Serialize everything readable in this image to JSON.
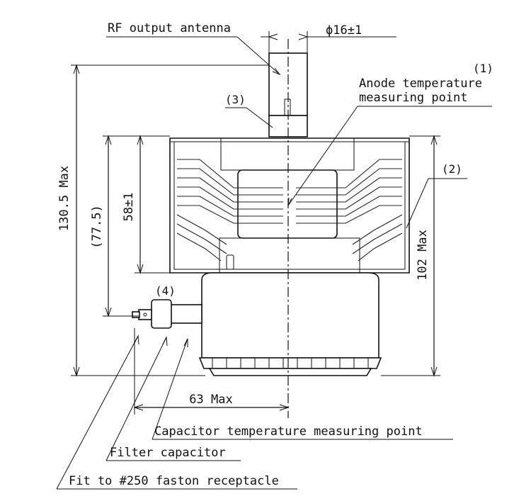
{
  "diagram": {
    "labels": {
      "rf_output_antenna": "RF output antenna",
      "antenna_diameter": "ϕ16±1",
      "anode_temp_line1": "Anode temperature",
      "anode_temp_line2": "measuring point",
      "callout_1": "(1)",
      "callout_2": "(2)",
      "callout_3": "(3)",
      "callout_4": "(4)",
      "overall_height": "130.5 Max",
      "height_77": "(77.5)",
      "height_58": "58±1",
      "height_102": "102 Max",
      "width_63": "63 Max",
      "capacitor_temp": "Capacitor temperature measuring point",
      "filter_capacitor": "Filter capacitor",
      "faston": "Fit to #250 faston receptacle"
    }
  }
}
